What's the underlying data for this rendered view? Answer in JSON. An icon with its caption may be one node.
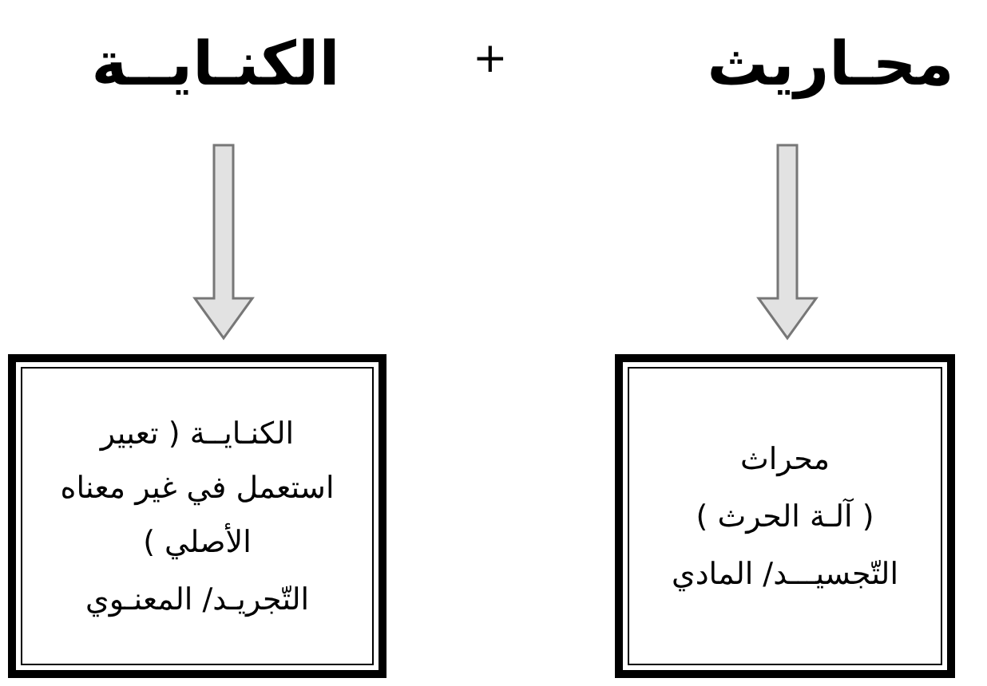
{
  "diagram": {
    "nodes": [
      {
        "text": [
          "محـاريث"
        ]
      },
      {
        "text": [
          "الكنـايــة"
        ]
      },
      {
        "text": [
          "محراث",
          "( آلـة الحرث )",
          "التّجسيـــد/ المادي"
        ]
      },
      {
        "text": [
          "الكنـايــة ( تعبير استعمل في غير معناه الأصلي )",
          "التّجريـد/ المعنـوي"
        ]
      }
    ],
    "edges": [
      {
        "from": 0,
        "to": 2,
        "arrow": "to"
      },
      {
        "from": 1,
        "to": 3,
        "arrow": "to"
      }
    ],
    "labels": [
      "+"
    ]
  }
}
